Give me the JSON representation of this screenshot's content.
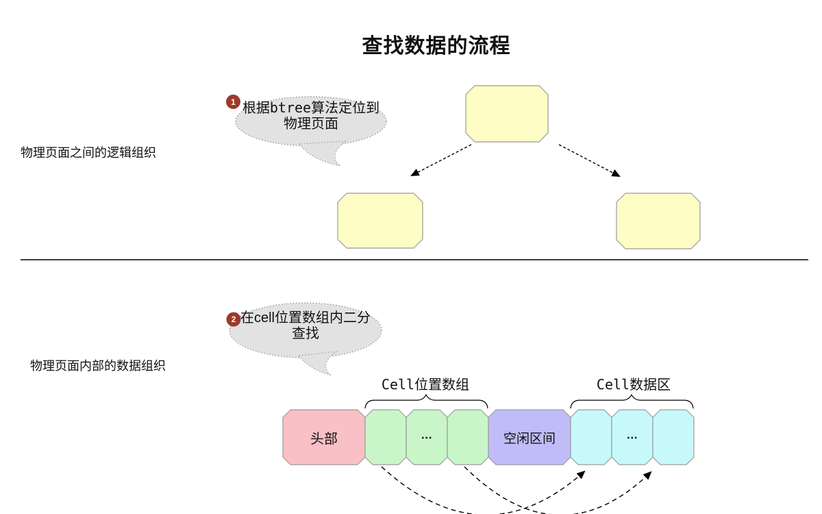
{
  "title": "查找数据的流程",
  "sections": {
    "logical": {
      "label": "物理页面之间的逻辑组织",
      "bubble": {
        "badge": "1",
        "line1_pre": "根据",
        "line1_mono": "btree",
        "line1_post": "算法定位到",
        "line2": "物理页面"
      }
    },
    "physical": {
      "label": "物理页面内部的数据组织",
      "bubble": {
        "badge": "2",
        "line1": "在cell位置数组内二分",
        "line2": "查找"
      },
      "group_labels": {
        "pointer_mono": "Cell",
        "pointer_rest": "位置数组",
        "data_mono": "Cell",
        "data_rest": "数据区"
      },
      "row": {
        "header": "头部",
        "pointer_ellipsis": "…",
        "free": "空闲区间",
        "data_ellipsis": "…"
      }
    }
  },
  "colors": {
    "node_fill": "#fdfdc5",
    "node_border": "#9a9a9a",
    "header_fill": "#f9c0c5",
    "pointer_fill": "#c9f6c8",
    "free_fill": "#bfbcf8",
    "data_fill": "#c7f9fa",
    "bubble_fill": "#e2e2e2",
    "bubble_border": "#9b9b9b",
    "badge_fill": "#9e392c",
    "arrow_color": "#000000",
    "divider_color": "#404040"
  }
}
